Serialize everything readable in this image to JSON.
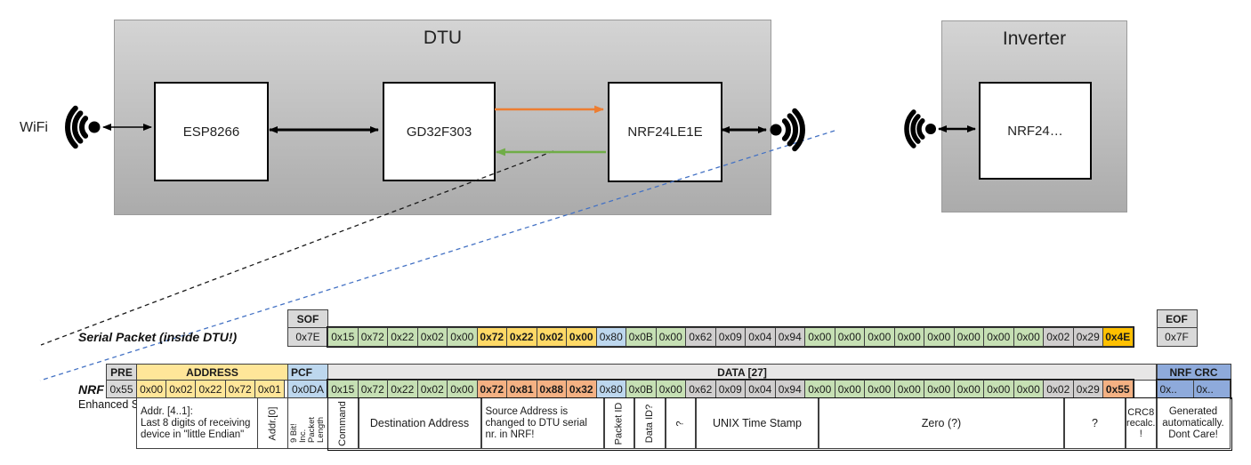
{
  "diagram": {
    "wifi_label": "WiFi",
    "dtu": {
      "title": "DTU",
      "components": [
        "ESP8266",
        "GD32F303",
        "NRF24LE1E"
      ]
    },
    "inverter": {
      "title": "Inverter",
      "component": "NRF24…"
    }
  },
  "colors": {
    "orange_arrow": "#ED7D31",
    "green_arrow": "#70AD47",
    "blue_dashed_line": "#4472C4",
    "black_dashed_line": "#1a1a1a",
    "cell_green": "#C6E0B4",
    "cell_gold": "#FFD966",
    "cell_light_blue": "#BDD7EE",
    "cell_gray": "#D0CECE",
    "cell_header_gray": "#D9D9D9",
    "cell_orange": "#FFC000",
    "cell_salmon": "#F4B183",
    "cell_yellow": "#FFE699",
    "cell_medium_blue": "#8EAADB",
    "cell_annotation_salmon": "#F8CBAD"
  },
  "serial_packet": {
    "label": "Serial Packet (inside DTU!)",
    "sof": {
      "header": "SOF",
      "value": "0x7E"
    },
    "eof": {
      "header": "EOF",
      "value": "0x7F"
    },
    "bytes": [
      {
        "t": "0x15",
        "c": "green"
      },
      {
        "t": "0x72",
        "c": "green"
      },
      {
        "t": "0x22",
        "c": "green"
      },
      {
        "t": "0x02",
        "c": "green"
      },
      {
        "t": "0x00",
        "c": "green"
      },
      {
        "t": "0x72",
        "c": "gold",
        "b": true
      },
      {
        "t": "0x22",
        "c": "gold",
        "b": true
      },
      {
        "t": "0x02",
        "c": "gold",
        "b": true
      },
      {
        "t": "0x00",
        "c": "gold",
        "b": true
      },
      {
        "t": "0x80",
        "c": "lblue"
      },
      {
        "t": "0x0B",
        "c": "green"
      },
      {
        "t": "0x00",
        "c": "green"
      },
      {
        "t": "0x62",
        "c": "gray"
      },
      {
        "t": "0x09",
        "c": "gray"
      },
      {
        "t": "0x04",
        "c": "gray"
      },
      {
        "t": "0x94",
        "c": "gray"
      },
      {
        "t": "0x00",
        "c": "green"
      },
      {
        "t": "0x00",
        "c": "green"
      },
      {
        "t": "0x00",
        "c": "green"
      },
      {
        "t": "0x00",
        "c": "green"
      },
      {
        "t": "0x00",
        "c": "green"
      },
      {
        "t": "0x00",
        "c": "green"
      },
      {
        "t": "0x00",
        "c": "green"
      },
      {
        "t": "0x00",
        "c": "green"
      },
      {
        "t": "0x02",
        "c": "gray"
      },
      {
        "t": "0x29",
        "c": "gray"
      },
      {
        "t": "0x4E",
        "c": "orange",
        "b": true
      }
    ]
  },
  "nrf_packet": {
    "label": "NRF Packet",
    "sublabel": "Enhanced Shockburst",
    "pre": {
      "header": "PRE",
      "value": "0x55"
    },
    "address": {
      "header": "ADDRESS",
      "bytes": [
        {
          "t": "0x00",
          "c": "yellow"
        },
        {
          "t": "0x02",
          "c": "yellow"
        },
        {
          "t": "0x22",
          "c": "yellow"
        },
        {
          "t": "0x72",
          "c": "yellow"
        },
        {
          "t": "0x01",
          "c": "yellow"
        }
      ]
    },
    "pcf": {
      "header": "PCF",
      "value": "0x0DA"
    },
    "data": {
      "header": "DATA [27]",
      "bytes": [
        {
          "t": "0x15",
          "c": "green"
        },
        {
          "t": "0x72",
          "c": "green"
        },
        {
          "t": "0x22",
          "c": "green"
        },
        {
          "t": "0x02",
          "c": "green"
        },
        {
          "t": "0x00",
          "c": "green"
        },
        {
          "t": "0x72",
          "c": "salmon",
          "b": true
        },
        {
          "t": "0x81",
          "c": "salmon",
          "b": true
        },
        {
          "t": "0x88",
          "c": "salmon",
          "b": true
        },
        {
          "t": "0x32",
          "c": "salmon",
          "b": true
        },
        {
          "t": "0x80",
          "c": "lblue"
        },
        {
          "t": "0x0B",
          "c": "green"
        },
        {
          "t": "0x00",
          "c": "green"
        },
        {
          "t": "0x62",
          "c": "gray"
        },
        {
          "t": "0x09",
          "c": "gray"
        },
        {
          "t": "0x04",
          "c": "gray"
        },
        {
          "t": "0x94",
          "c": "gray"
        },
        {
          "t": "0x00",
          "c": "green"
        },
        {
          "t": "0x00",
          "c": "green"
        },
        {
          "t": "0x00",
          "c": "green"
        },
        {
          "t": "0x00",
          "c": "green"
        },
        {
          "t": "0x00",
          "c": "green"
        },
        {
          "t": "0x00",
          "c": "green"
        },
        {
          "t": "0x00",
          "c": "green"
        },
        {
          "t": "0x00",
          "c": "green"
        },
        {
          "t": "0x02",
          "c": "gray"
        },
        {
          "t": "0x29",
          "c": "gray"
        },
        {
          "t": "0x55",
          "c": "salmon",
          "b": true
        }
      ]
    },
    "crc": {
      "header": "NRF CRC",
      "values": [
        {
          "t": "0x..",
          "c": "mblue"
        },
        {
          "t": "0x..",
          "c": "mblue"
        }
      ]
    },
    "annotations": {
      "address": "Addr. [4..1]:\nLast 8 digits of receiving\ndevice in \"little Endian\"",
      "addr0": "Addr.[0]",
      "pcf": "9 Bit!\nInc. Packet\nLength",
      "command": "Command",
      "destination": "Destination Address",
      "source": "Source Address is\nchanged to DTU serial\nnr. in NRF!",
      "packet_id": "Packet ID",
      "data_id": "Data ID?",
      "question1": "?",
      "unix": "UNIX Time Stamp",
      "zero": "Zero (?)",
      "question2": "?",
      "crc8": "CRC8\nrecalc.\n!",
      "crc_note": "Generated\nautomatically.\nDont Care!"
    }
  }
}
